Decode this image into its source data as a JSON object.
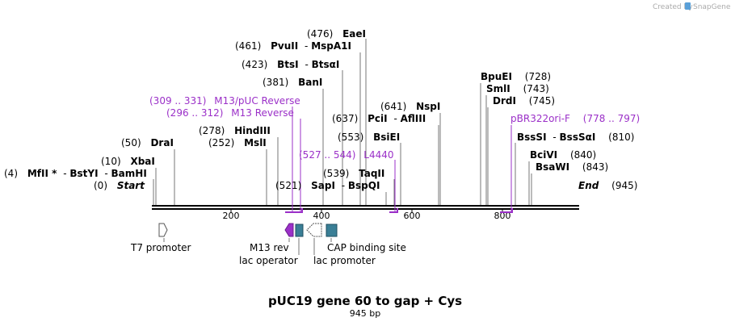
{
  "credit": {
    "text": "Created by",
    "brand": "SnapGene"
  },
  "title": "pUC19 gene 60 to gap + Cys",
  "length_label": "945 bp",
  "axis_ticks": [
    "200",
    "400",
    "600",
    "800"
  ],
  "sites": [
    {
      "pos": "(4)",
      "names": [
        "MfII *",
        "BstYI",
        "BamHI"
      ]
    },
    {
      "pos": "(0)",
      "names": [
        "Start"
      ]
    },
    {
      "pos": "(10)",
      "names": [
        "XbaI"
      ]
    },
    {
      "pos": "(50)",
      "names": [
        "DraI"
      ]
    },
    {
      "pos": "(252)",
      "names": [
        "MslI"
      ]
    },
    {
      "pos": "(278)",
      "names": [
        "HindIII"
      ]
    },
    {
      "pos": "(381)",
      "names": [
        "BanI"
      ]
    },
    {
      "pos": "(423)",
      "names": [
        "BtsI",
        "BtsαI"
      ]
    },
    {
      "pos": "(461)",
      "names": [
        "PvuII",
        "MspA1I"
      ]
    },
    {
      "pos": "(476)",
      "names": [
        "EaeI"
      ]
    },
    {
      "pos": "(521)",
      "names": [
        "SapI",
        "BspQI"
      ]
    },
    {
      "pos": "(539)",
      "names": [
        "TaqII"
      ]
    },
    {
      "pos": "(553)",
      "names": [
        "BsiEI"
      ]
    },
    {
      "pos": "(637)",
      "names": [
        "PciI",
        "AflIII"
      ]
    },
    {
      "pos": "(641)",
      "names": [
        "NspI"
      ]
    },
    {
      "pos": "(728)",
      "names": [
        "BpuEI"
      ]
    },
    {
      "pos": "(743)",
      "names": [
        "SmlI"
      ]
    },
    {
      "pos": "(745)",
      "names": [
        "DrdI"
      ]
    },
    {
      "pos": "(810)",
      "names": [
        "BssSI",
        "BssSαI"
      ]
    },
    {
      "pos": "(840)",
      "names": [
        "BciVI"
      ]
    },
    {
      "pos": "(843)",
      "names": [
        "BsaWI"
      ]
    },
    {
      "pos": "(945)",
      "names": [
        "End"
      ]
    }
  ],
  "primers": [
    {
      "range": "(309 .. 331)",
      "name": "M13/pUC Reverse"
    },
    {
      "range": "(296 .. 312)",
      "name": "M13 Reverse"
    },
    {
      "range": "(527 .. 544)",
      "name": "L4440"
    },
    {
      "range": "(778 .. 797)",
      "name": "pBR322ori-F"
    }
  ],
  "features": [
    {
      "name": "T7 promoter"
    },
    {
      "name": "M13 rev"
    },
    {
      "name": "lac operator"
    },
    {
      "name": "lac promoter"
    },
    {
      "name": "CAP binding site"
    }
  ],
  "colors": {
    "primer": "#9b30c8",
    "feature_teal": "#3a7f96",
    "feature_purple": "#9b30c8"
  }
}
